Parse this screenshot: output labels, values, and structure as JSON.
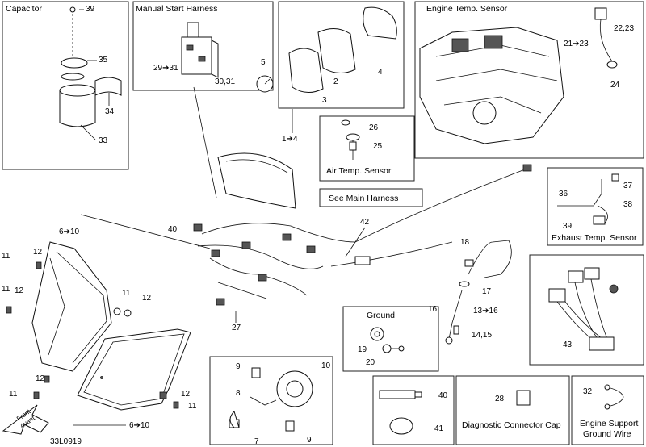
{
  "diagram_code": "33L0919",
  "boxes": {
    "capacitor": "Capacitor",
    "manual_start_harness": "Manual Start Harness",
    "engine_temp_sensor": "Engine Temp. Sensor",
    "air_temp_sensor": "Air Temp. Sensor",
    "exhaust_temp_sensor": "Exhaust Temp. Sensor",
    "ground": "Ground",
    "diagnostic_connector_cap": "Diagnostic Connector Cap",
    "engine_support_ground_wire_1": "Engine Support",
    "engine_support_ground_wire_2": "Ground Wire",
    "see_main_harness": "See Main Harness"
  },
  "front_arrow": {
    "line1": "Front",
    "line2": "Avant"
  },
  "callouts": {
    "c39a": "39",
    "c35": "35",
    "c34": "34",
    "c33": "33",
    "c29_31": "29➔31",
    "c30_31": "30,31",
    "c5": "5",
    "c2": "2",
    "c3": "3",
    "c4": "4",
    "c1_4": "1➔4",
    "c26": "26",
    "c25": "25",
    "c22_23": "22,23",
    "c21_23": "21➔23",
    "c24": "24",
    "c42": "42",
    "c37": "37",
    "c36": "36",
    "c38": "38",
    "c39b": "39",
    "c40a": "40",
    "c6_10a": "6➔10",
    "c11a": "11",
    "c12a": "12",
    "c11b": "11",
    "c12b": "12",
    "c11c": "11",
    "c12c": "12",
    "c18": "18",
    "c17": "17",
    "c16": "16",
    "c13_16": "13➔16",
    "c14_15": "14,15",
    "c27": "27",
    "c19": "19",
    "c20": "20",
    "c43": "43",
    "c12d": "12",
    "c11d": "11",
    "c12e": "12",
    "c11e": "11",
    "c6_10b": "6➔10",
    "c9a": "9",
    "c10": "10",
    "c8": "8",
    "c7": "7",
    "c9b": "9",
    "c40b": "40",
    "c41": "41",
    "c28": "28",
    "c32": "32"
  }
}
